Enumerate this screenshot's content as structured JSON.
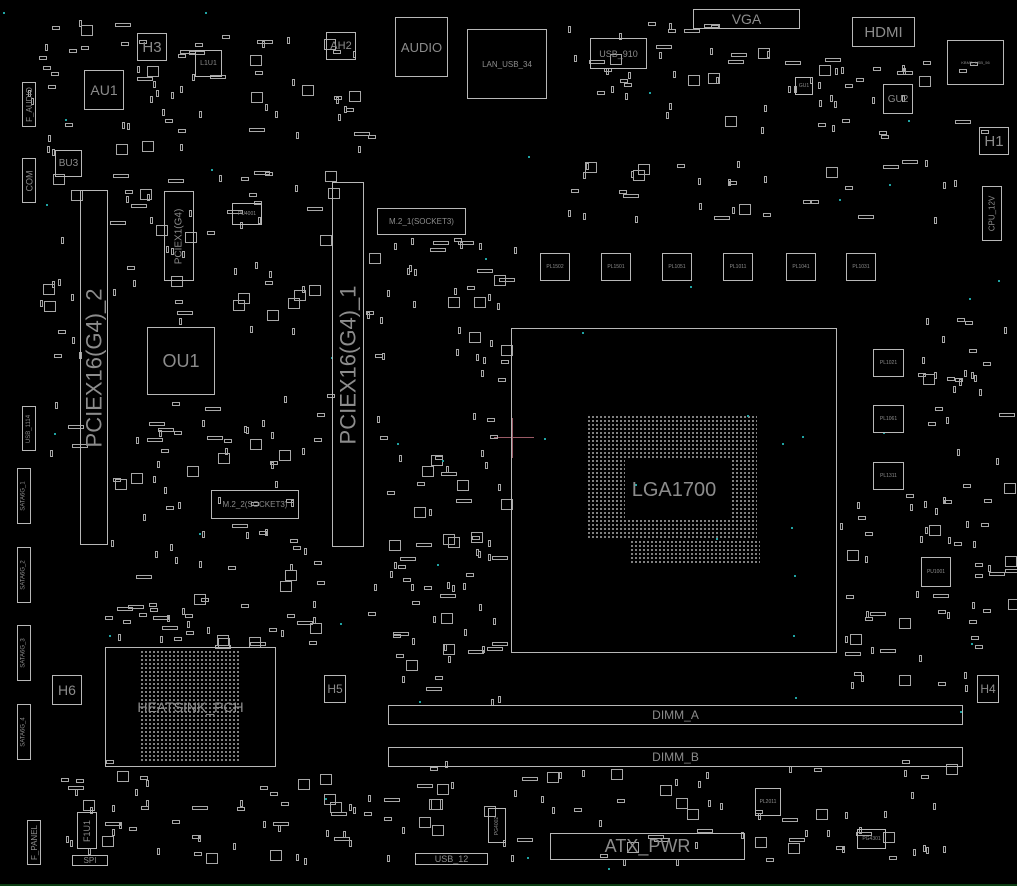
{
  "board": {
    "components": [
      {
        "label": "H3"
      },
      {
        "label": "AU1"
      },
      {
        "label": "L1U1"
      },
      {
        "label": "AH2"
      },
      {
        "label": "AUDIO"
      },
      {
        "label": "LAN_USB_34"
      },
      {
        "label": "USB_910"
      },
      {
        "label": "VGA"
      },
      {
        "label": "HDMI"
      },
      {
        "label": "GU1"
      },
      {
        "label": "GU2"
      },
      {
        "label": "KBMS_USB_56"
      },
      {
        "label": "H1"
      },
      {
        "label": "CPU_12V"
      },
      {
        "label": "F_AUDIO"
      },
      {
        "label": "BU3"
      },
      {
        "label": "COM"
      },
      {
        "label": "PCIEX16(G4)_2"
      },
      {
        "label": "PCIEX1(G4)"
      },
      {
        "label": "PU4001"
      },
      {
        "label": "PCIEX16(G4)_1"
      },
      {
        "label": "M.2_1(SOCKET3)"
      },
      {
        "label": "OU1"
      },
      {
        "label": "USB_1114"
      },
      {
        "label": "M.2_2(SOCKET3)"
      },
      {
        "label": "SATA6G_1"
      },
      {
        "label": "SATA6G_2"
      },
      {
        "label": "SATA6G_3"
      },
      {
        "label": "SATA6G_4"
      },
      {
        "label": "H6"
      },
      {
        "label": "HEATSINK_PCH"
      },
      {
        "label": "F1U1"
      },
      {
        "label": "F_PANEL"
      },
      {
        "label": "SPI"
      },
      {
        "label": "H5"
      },
      {
        "label": "H4"
      },
      {
        "label": "LGA1700"
      },
      {
        "label": "DIMM_A"
      },
      {
        "label": "DIMM_B"
      },
      {
        "label": "ATX_PWR"
      },
      {
        "label": "USB_12"
      },
      {
        "label": "PL2011"
      },
      {
        "label": "PG4002"
      },
      {
        "label": "PG4301"
      },
      {
        "label": "PL1502"
      },
      {
        "label": "PL1501"
      },
      {
        "label": "PL1051"
      },
      {
        "label": "PL1011"
      },
      {
        "label": "PL1041"
      },
      {
        "label": "PL1031"
      },
      {
        "label": "PL1021"
      },
      {
        "label": "PL1061"
      },
      {
        "label": "PL1311"
      },
      {
        "label": "PU1001"
      }
    ]
  },
  "colors": {
    "background": "#000000",
    "outline": "#b8b8b8",
    "label": "#8c8c8c",
    "via": "#1fa3a3",
    "cursor": "#9a5a66"
  }
}
